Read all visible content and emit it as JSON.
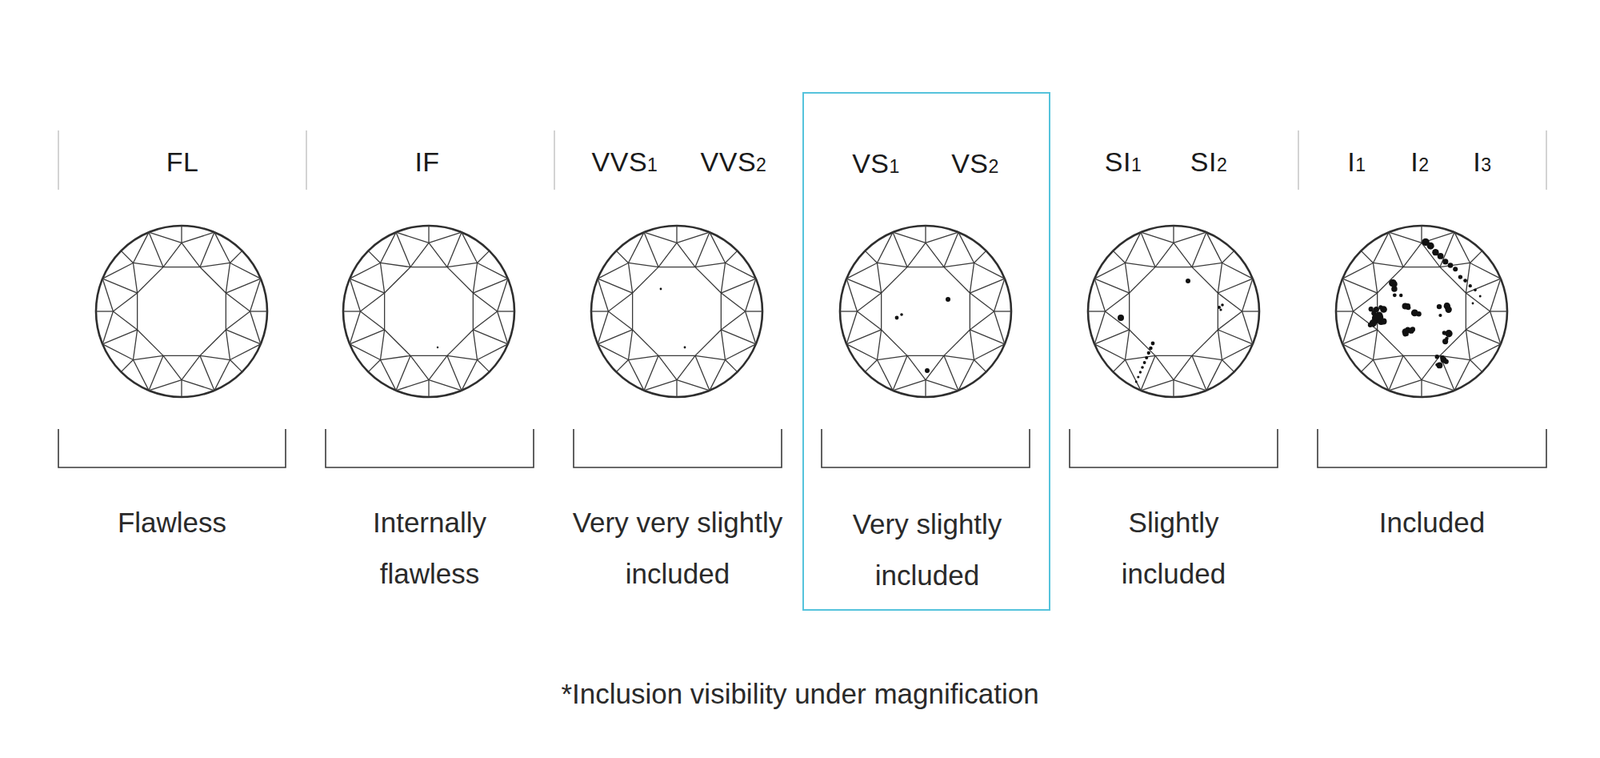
{
  "diagram": {
    "caption": "*Inclusion visibility under magnification",
    "nodes": [
      {
        "text": [
          "VS1",
          "VS2",
          "Very slightly included"
        ]
      }
    ],
    "labels": [
      "FL",
      "IF",
      "VVS1",
      "VVS2",
      "SI1",
      "SI2",
      "I1",
      "I2",
      "I3",
      "Flawless",
      "Internally flawless",
      "Very very slightly included",
      "Slightly included",
      "Included"
    ]
  }
}
